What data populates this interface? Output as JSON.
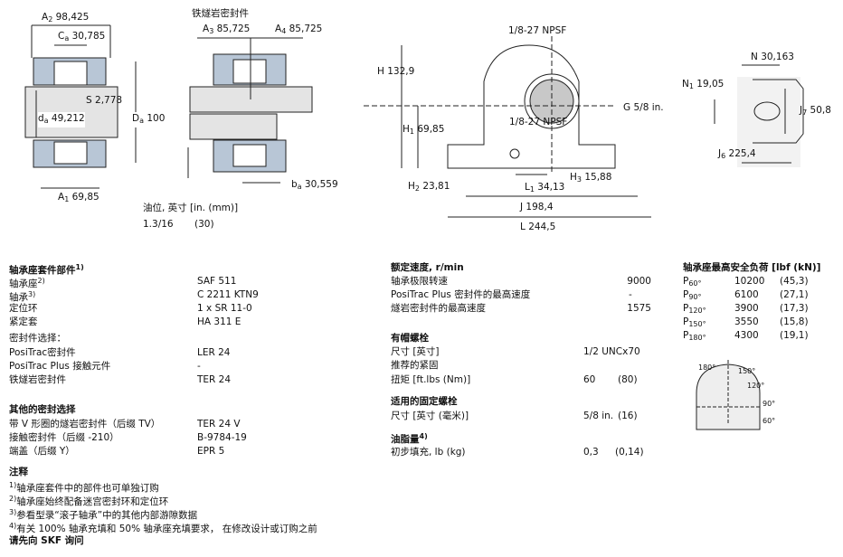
{
  "drawings": {
    "side_view": {
      "A2": "98,425",
      "Ca": "30,785",
      "S": "2,778",
      "da": "49,212",
      "Da": "100",
      "A1": "69,85"
    },
    "taconite_view": {
      "title": "铁燧岩密封件",
      "A3": "85,725",
      "A4": "85,725",
      "ba": "30,559"
    },
    "oil_level": {
      "label": "油位, 英寸 [in. (mm)]",
      "in": "1.3/16",
      "mm": "(30)"
    },
    "front_view": {
      "npsf_top": "1/8-27 NPSF",
      "H": "H 132,9",
      "H1": "69,85",
      "npsf_mid": "1/8-27 NPSF",
      "G": "G  5/8 in.",
      "H3": "15,88",
      "L1": "34,13",
      "H2": "23,81",
      "J": "J  198,4",
      "L": "L  244,5"
    },
    "foot_view": {
      "N": "N  30,163",
      "N1": "19,05",
      "J7": "50,8",
      "J6": "225,4"
    }
  },
  "kit": {
    "title": "轴承座套件部件",
    "title_sup": "1)",
    "rows": [
      {
        "label": "轴承座",
        "sup": "2)",
        "value": "SAF 511"
      },
      {
        "label": "轴承",
        "sup": "3)",
        "value": "C 2211 KTN9"
      },
      {
        "label": "定位环",
        "sup": "",
        "value": "1 x SR 11-0"
      },
      {
        "label": "紧定套",
        "sup": "",
        "value": "HA 311 E"
      }
    ],
    "seal_title": "密封件选择：",
    "seals": [
      {
        "label": "PosiTrac密封件",
        "value": "LER 24"
      },
      {
        "label": "PosiTrac Plus 接触元件",
        "value": "-"
      },
      {
        "label": "铁燧岩密封件",
        "value": "TER 24"
      }
    ],
    "other_title": "其他的密封选择",
    "other": [
      {
        "label": "带 V 形圈的燧岩密封件（后缀 TV）",
        "value": "TER 24 V"
      },
      {
        "label": "接触密封件（后缀 -210）",
        "value": "B-9784-19"
      },
      {
        "label": "端盖（后缀 Y）",
        "value": "EPR 5"
      }
    ],
    "notes_title": "注释",
    "notes": [
      {
        "sup": "1)",
        "text": "轴承座套件中的部件也可单独订购"
      },
      {
        "sup": "2)",
        "text": "轴承座始终配备迷宫密封环和定位环"
      },
      {
        "sup": "3)",
        "text": "参看型录“滚子轴承”中的其他内部游隙数据"
      },
      {
        "sup": "4)",
        "text": "有关 100% 轴承充填和 50% 轴承座充填要求， 在修改设计或订购之前"
      }
    ],
    "contact": "请先向 SKF 询问"
  },
  "speed": {
    "title": "额定速度, r/min",
    "rows": [
      {
        "label": "轴承极限转速",
        "value": "9000"
      },
      {
        "label": "PosiTrac Plus 密封件的最高速度",
        "value": "-"
      },
      {
        "label": "燧岩密封件的最高速度",
        "value": "1575"
      }
    ]
  },
  "cap_bolt": {
    "title": "有帽螺栓",
    "size_label": "尺寸 [英寸]",
    "size_value": "1/2 UNCx70",
    "torque_label1": "推荐的紧固",
    "torque_label2": "扭矩 [ft.lbs (Nm)]",
    "torque_value": "60",
    "torque_nm": "(80)"
  },
  "attach_bolt": {
    "title": "适用的固定螺栓",
    "label": "尺寸 [英寸 (毫米)]",
    "value": "5/8 in.",
    "mm": "(16)"
  },
  "grease": {
    "title": "油脂量",
    "title_sup": "4)",
    "label": "初步填充, lb (kg)",
    "value": "0,3",
    "kg": "(0,14)"
  },
  "loads": {
    "title": "轴承座最高安全负荷 [lbf (kN)]",
    "rows": [
      {
        "p": "P",
        "sub": "60°",
        "lbf": "10200",
        "kn": "(45,3)"
      },
      {
        "p": "P",
        "sub": "90°",
        "lbf": "6100",
        "kn": "(27,1)"
      },
      {
        "p": "P",
        "sub": "120°",
        "lbf": "3900",
        "kn": "(17,3)"
      },
      {
        "p": "P",
        "sub": "150°",
        "lbf": "3550",
        "kn": "(15,8)"
      },
      {
        "p": "P",
        "sub": "180°",
        "lbf": "4300",
        "kn": "(19,1)"
      }
    ],
    "diagram": {
      "a180": "180°",
      "a150": "150°",
      "a120": "120°",
      "a90": "90°",
      "a60": "60°"
    }
  }
}
